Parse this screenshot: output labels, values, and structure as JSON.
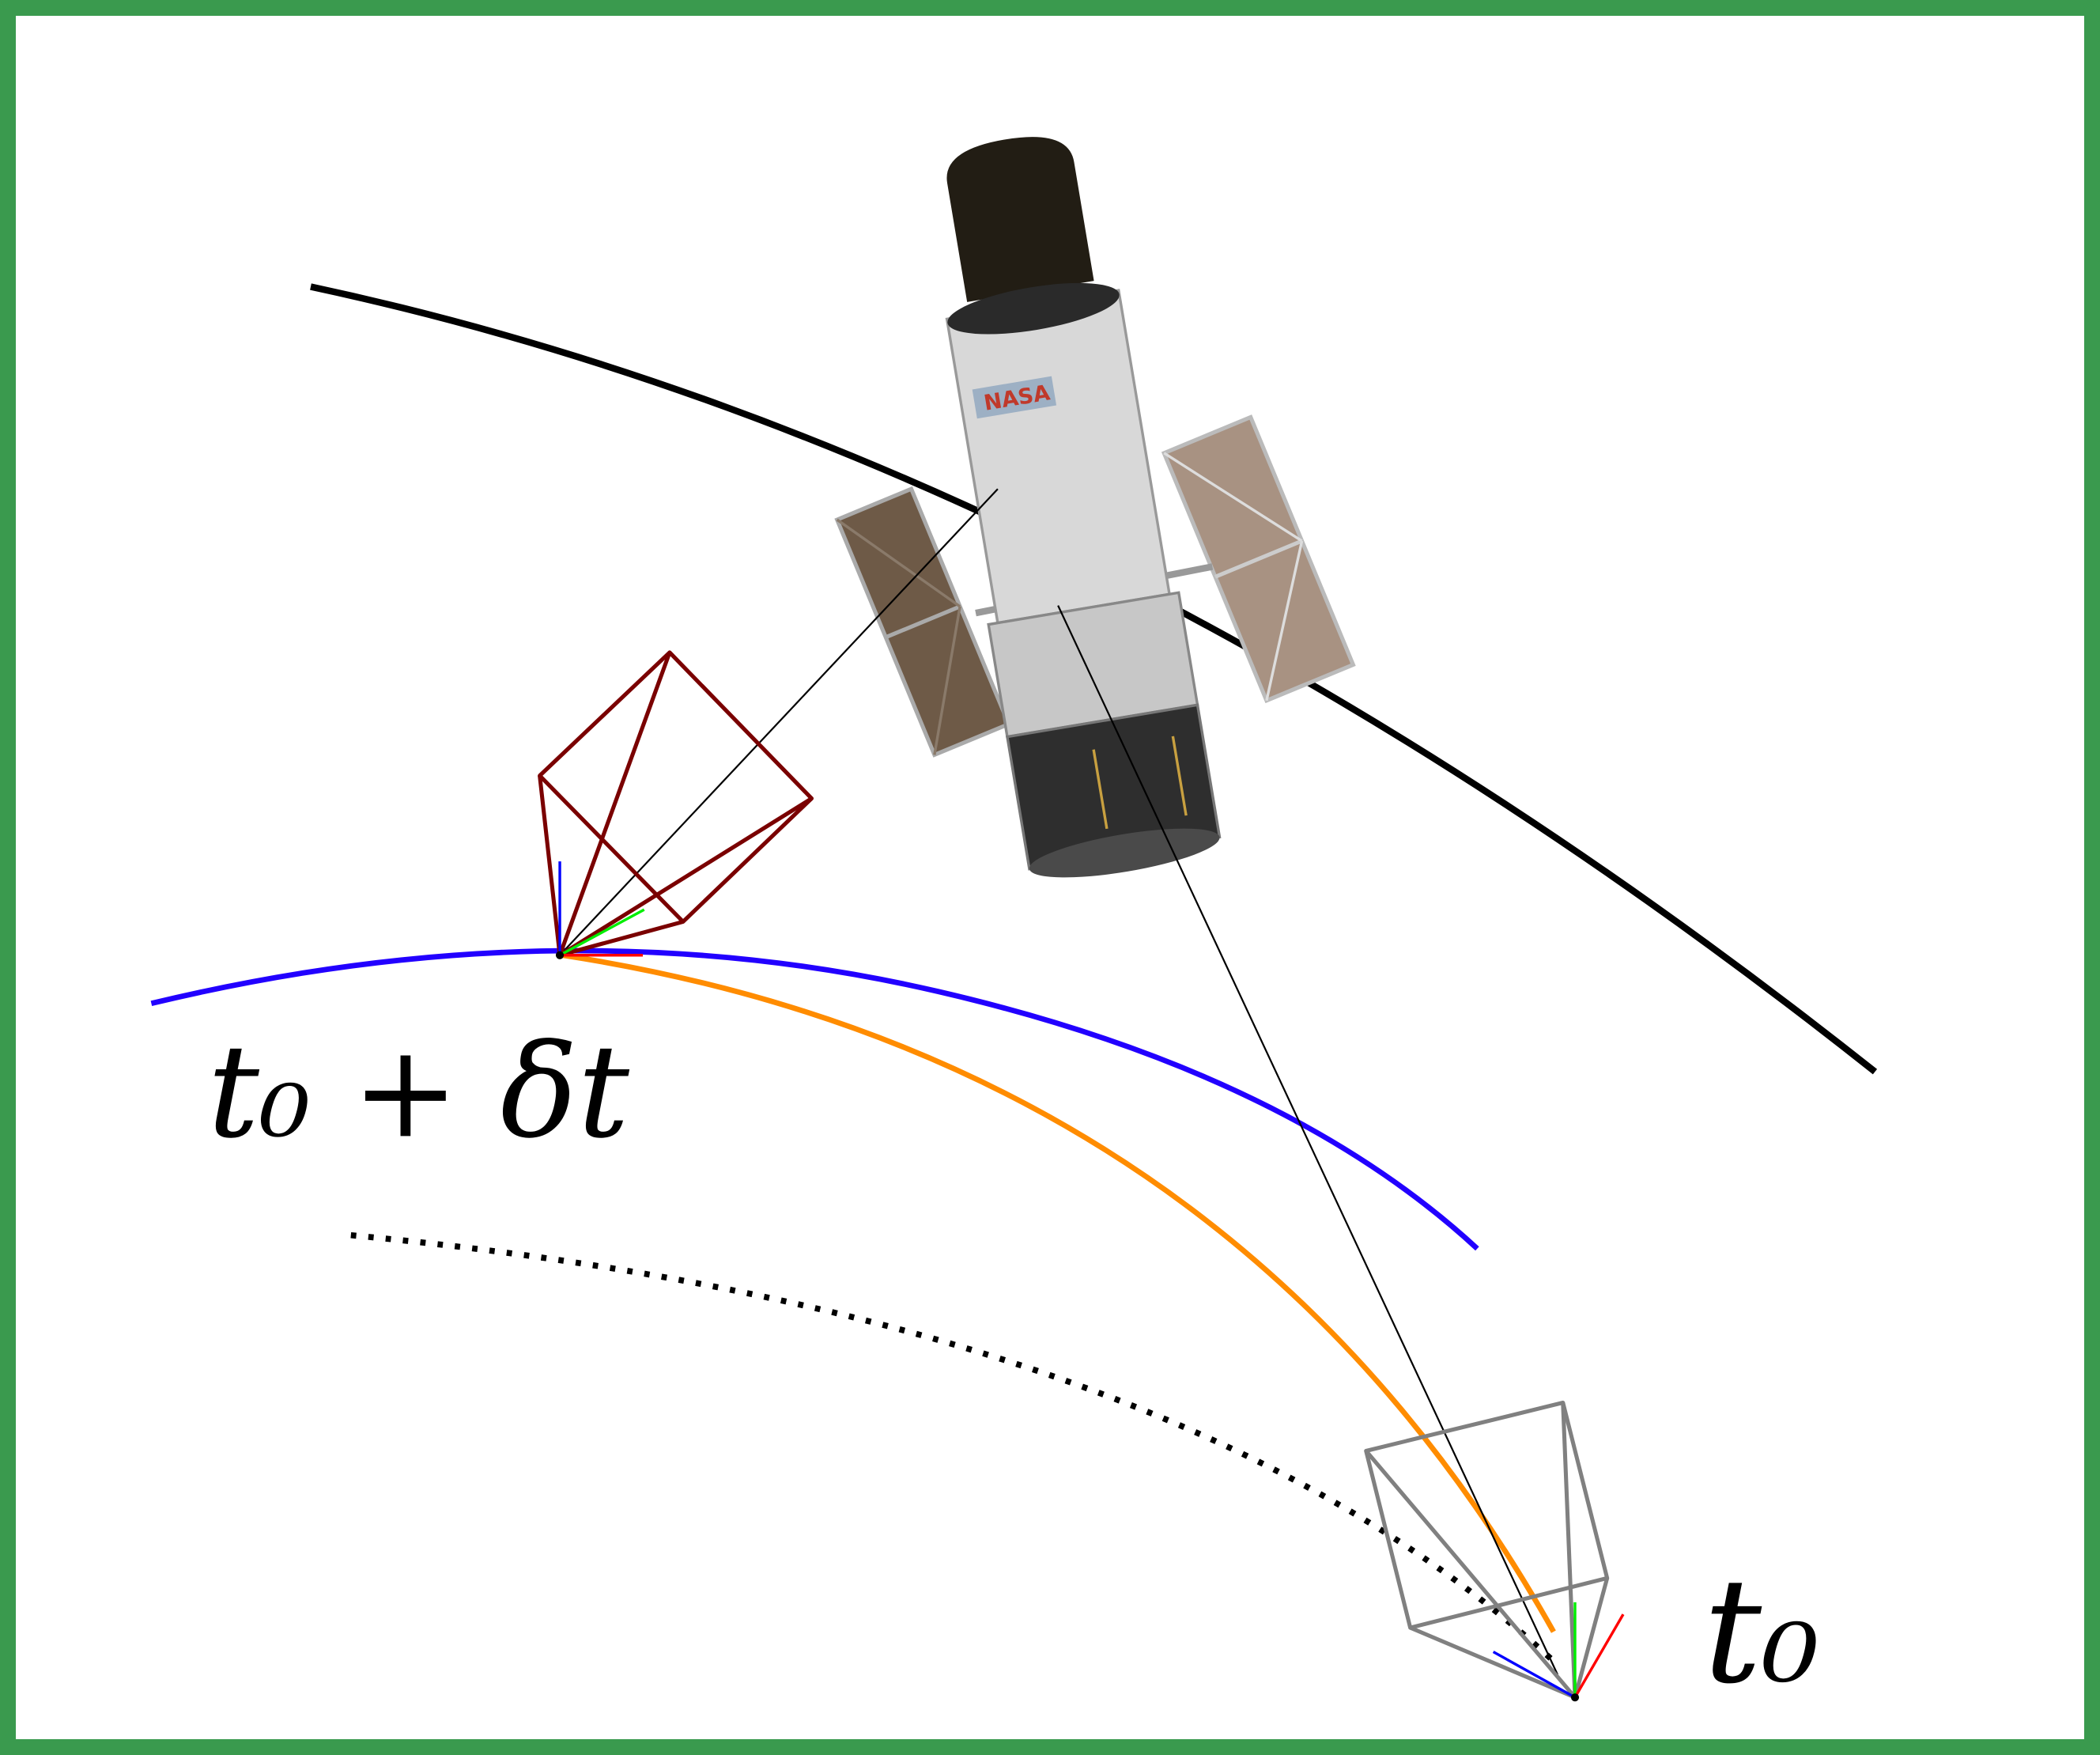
{
  "labels": {
    "later_time": "t₀ + δt",
    "initial_time": "t₀"
  },
  "colors": {
    "border": "#3a9a4e",
    "target_orbit": "#000000",
    "observer_orbit": "#2200ff",
    "transfer_arc": "#ff8c00",
    "camera_later": "#7a0000",
    "camera_initial": "#808080"
  },
  "satellite": {
    "logo_text": "NASA"
  }
}
